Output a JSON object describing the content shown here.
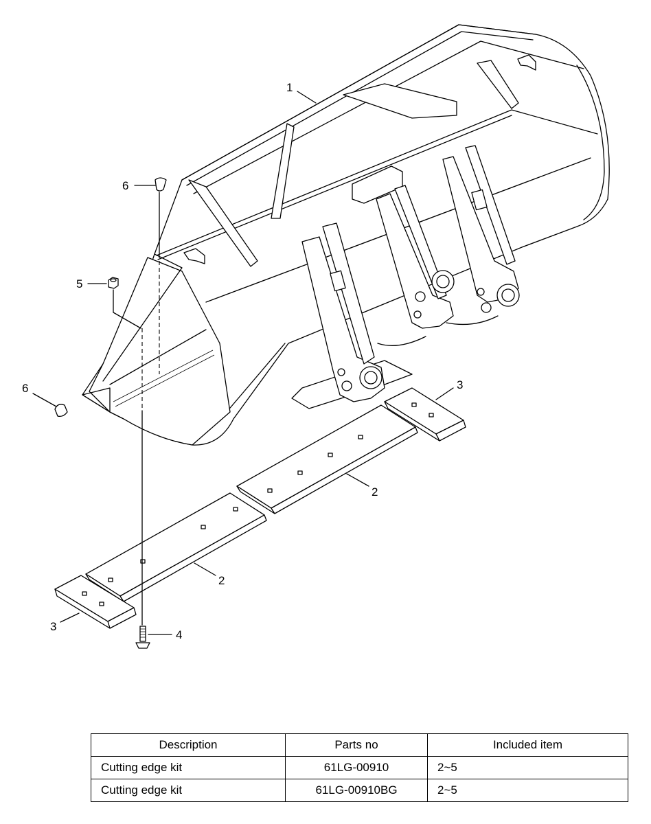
{
  "callouts": [
    {
      "id": "c1",
      "label": "1"
    },
    {
      "id": "c2a",
      "label": "2"
    },
    {
      "id": "c2b",
      "label": "2"
    },
    {
      "id": "c3a",
      "label": "3"
    },
    {
      "id": "c3b",
      "label": "3"
    },
    {
      "id": "c4",
      "label": "4"
    },
    {
      "id": "c5",
      "label": "5"
    },
    {
      "id": "c6a",
      "label": "6"
    },
    {
      "id": "c6b",
      "label": "6"
    }
  ],
  "table": {
    "headers": [
      "Description",
      "Parts no",
      "Included item"
    ],
    "rows": [
      [
        "Cutting edge kit",
        "61LG-00910",
        "2~5"
      ],
      [
        "Cutting edge kit",
        "61LG-00910BG",
        "2~5"
      ]
    ]
  }
}
